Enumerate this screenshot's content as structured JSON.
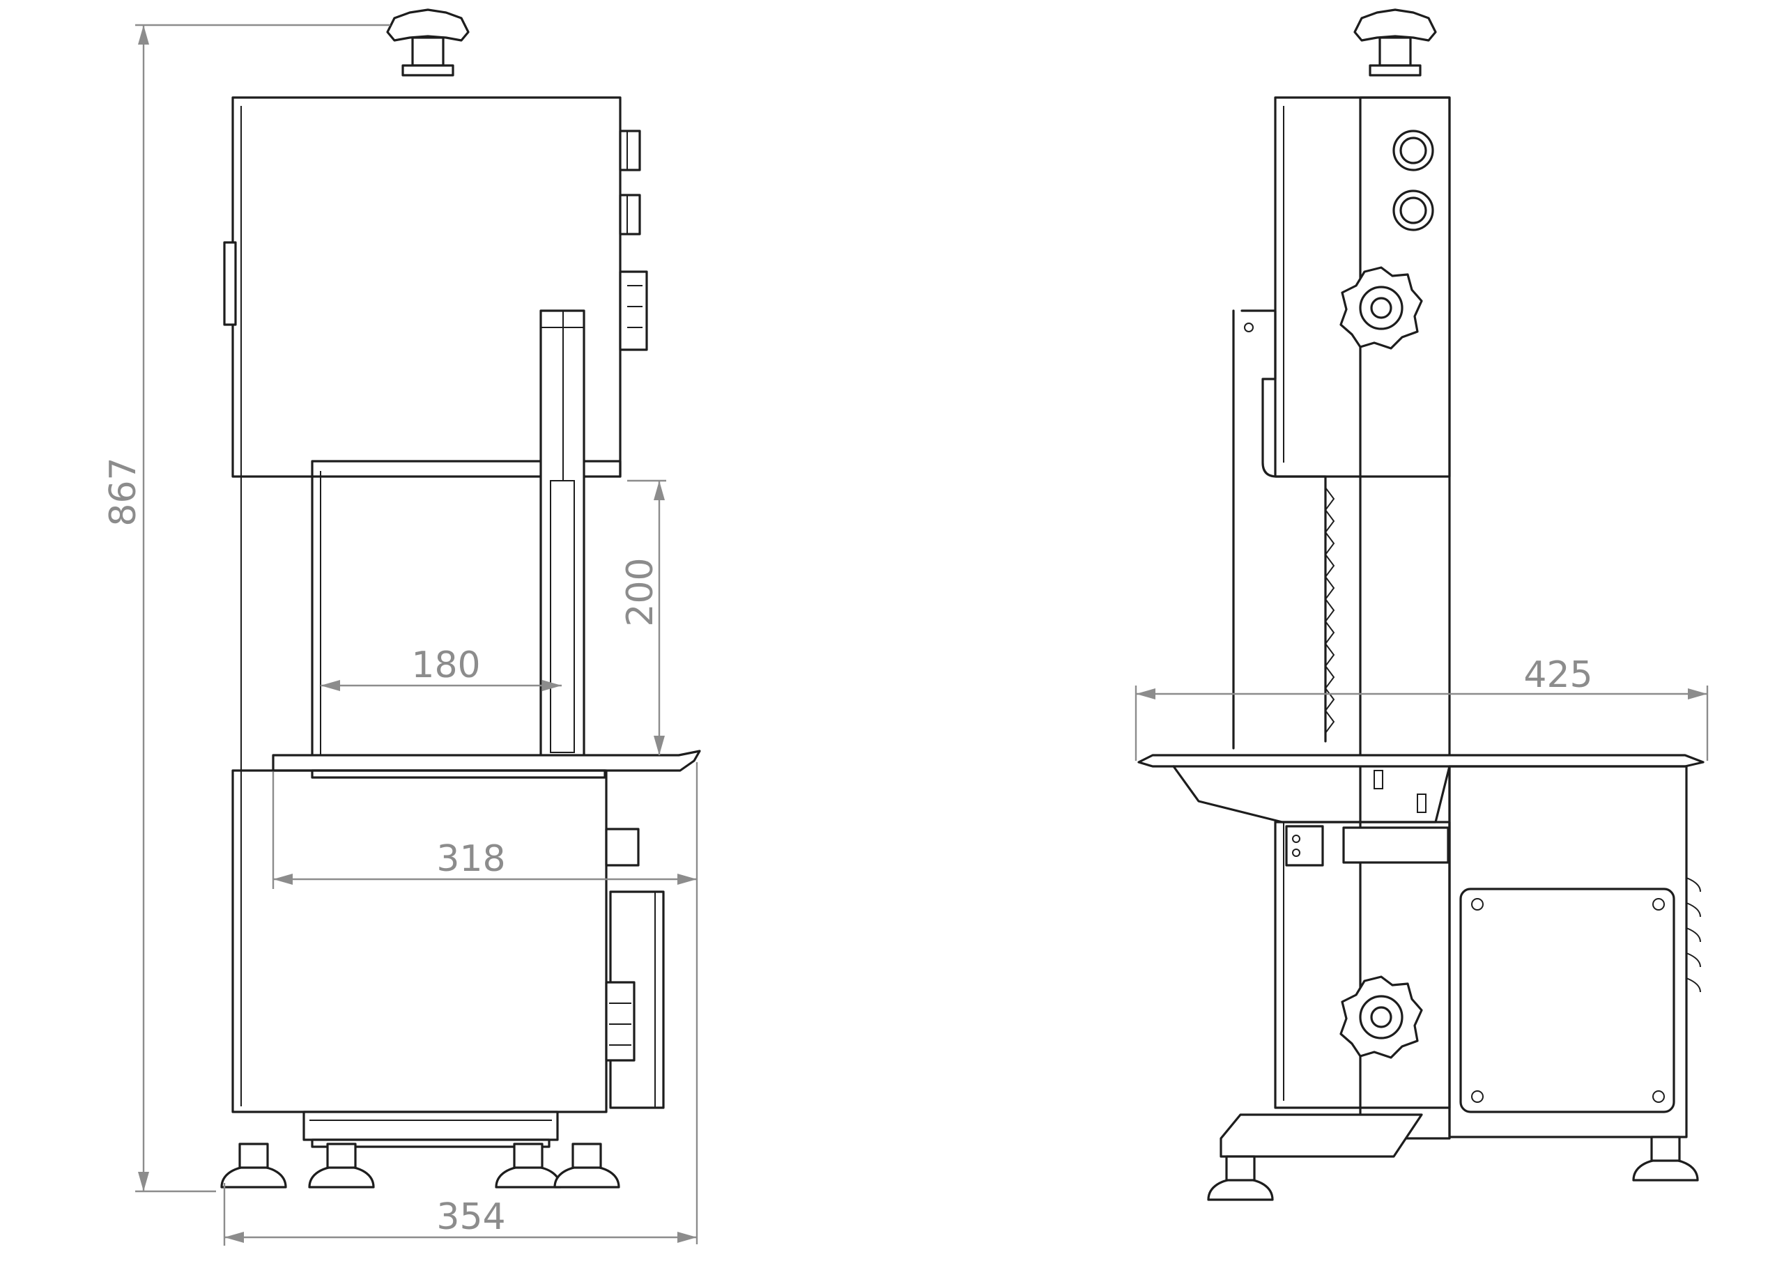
{
  "dimensions": {
    "height_total": "867",
    "cut_height": "200",
    "cut_width": "180",
    "table_width": "318",
    "base_width": "354",
    "side_depth": "425"
  },
  "colors": {
    "line": "#1d1d1d",
    "dimension": "#8c8c8c",
    "background": "#ffffff"
  }
}
